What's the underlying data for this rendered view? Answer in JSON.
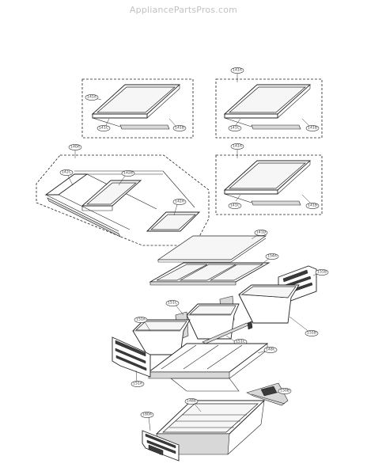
{
  "watermark": "AppliancePartsPros.com",
  "callouts": {
    "shelf1_top": "141A",
    "shelf1_left": "141C",
    "shelf1_right": "141B",
    "shelf2_top": "141A",
    "shelf2_left": "141C",
    "shelf2_right": "141B",
    "shelf3_top": "141A",
    "shelf3_left": "141C",
    "shelf3_right": "141B",
    "folding_group": "140A",
    "folding_left": "142C",
    "folding_mid": "142B",
    "folding_glass": "142A",
    "cover_glass": "141D",
    "cover_frame": "154A",
    "guide_right": "151B",
    "bin_label_left": "151C",
    "bin_left": "151A",
    "bin_right": "151B",
    "rail_center": "151C",
    "bin_cover": "148C",
    "guide_left": "151A",
    "crisper_rail": "150B",
    "pantry_left": "180A",
    "pantry_drawer": "148B"
  }
}
